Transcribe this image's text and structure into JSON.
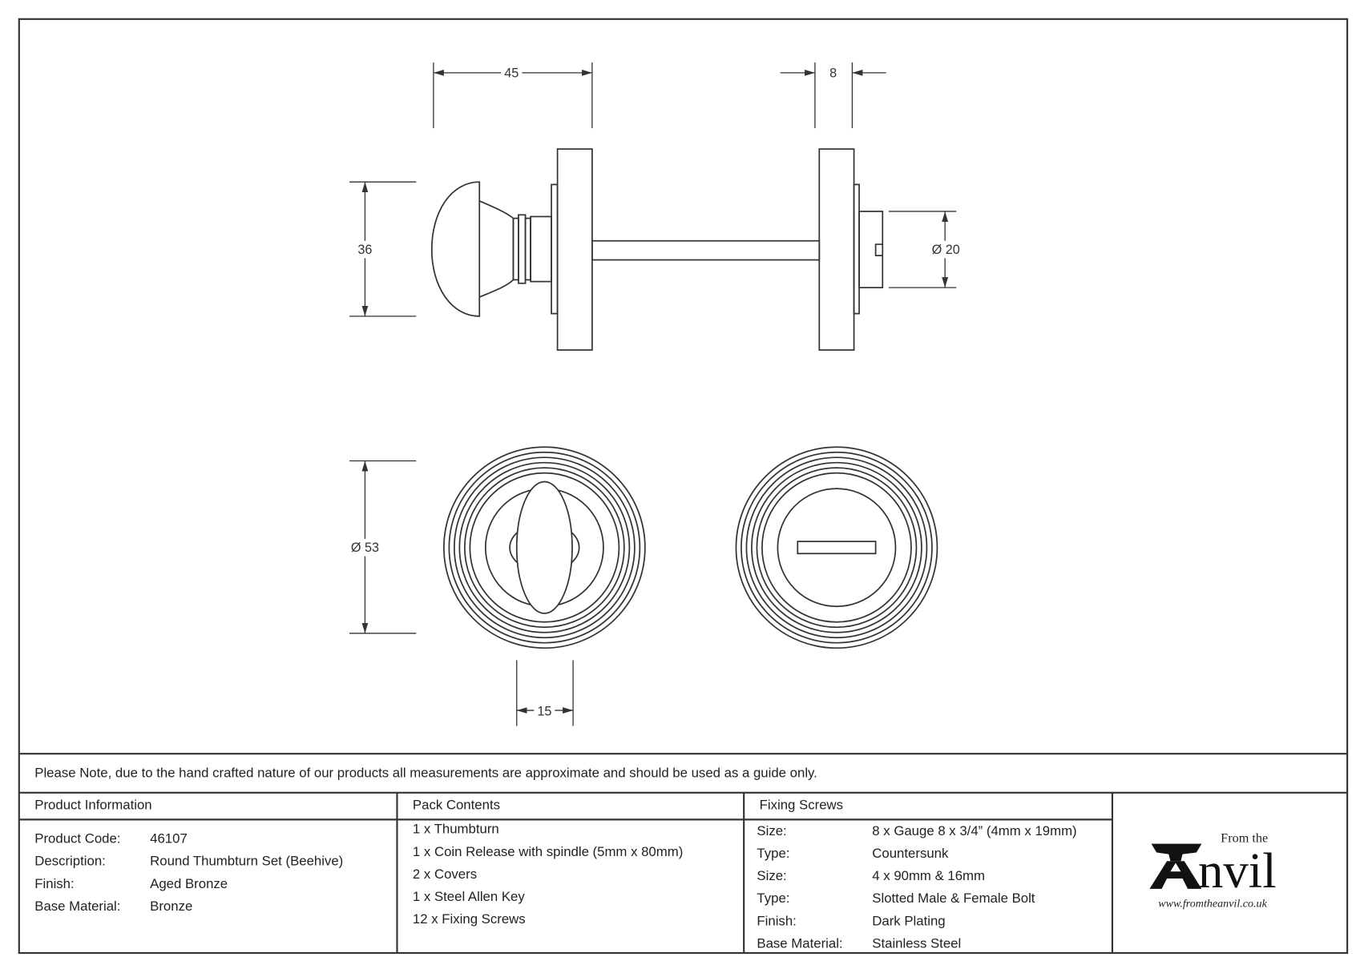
{
  "drawing": {
    "dimensions": {
      "knob_projection": "45",
      "rose_thickness": "8",
      "knob_height": "36",
      "bolt_diameter": "Ø 20",
      "rose_diameter": "Ø 53",
      "thumb_width": "15"
    }
  },
  "note": "Please Note, due to the hand crafted nature of our products all measurements are approximate and should be used as a guide only.",
  "product_information": {
    "heading": "Product Information",
    "rows": [
      {
        "label": "Product Code:",
        "value": "46107"
      },
      {
        "label": "Description:",
        "value": "Round Thumbturn Set (Beehive)"
      },
      {
        "label": "Finish:",
        "value": "Aged Bronze"
      },
      {
        "label": "Base Material:",
        "value": "Bronze"
      }
    ]
  },
  "pack_contents": {
    "heading": "Pack Contents",
    "items": [
      "1 x Thumbturn",
      "1 x Coin Release with spindle (5mm x 80mm)",
      "2 x Covers",
      "1 x Steel Allen Key",
      "12 x Fixing Screws"
    ]
  },
  "fixing_screws": {
    "heading": "Fixing Screws",
    "rows": [
      {
        "label": "Size:",
        "value": "8 x Gauge 8 x 3/4” (4mm x 19mm)"
      },
      {
        "label": "Type:",
        "value": "Countersunk"
      },
      {
        "label": "Size:",
        "value": "4 x 90mm & 16mm"
      },
      {
        "label": "Type:",
        "value": "Slotted Male & Female Bolt"
      },
      {
        "label": "Finish:",
        "value": "Dark Plating"
      },
      {
        "label": "Base Material:",
        "value": "Stainless Steel"
      }
    ]
  },
  "logo": {
    "top": "From the",
    "main": "nvil",
    "url": "www.fromtheanvil.co.uk"
  }
}
